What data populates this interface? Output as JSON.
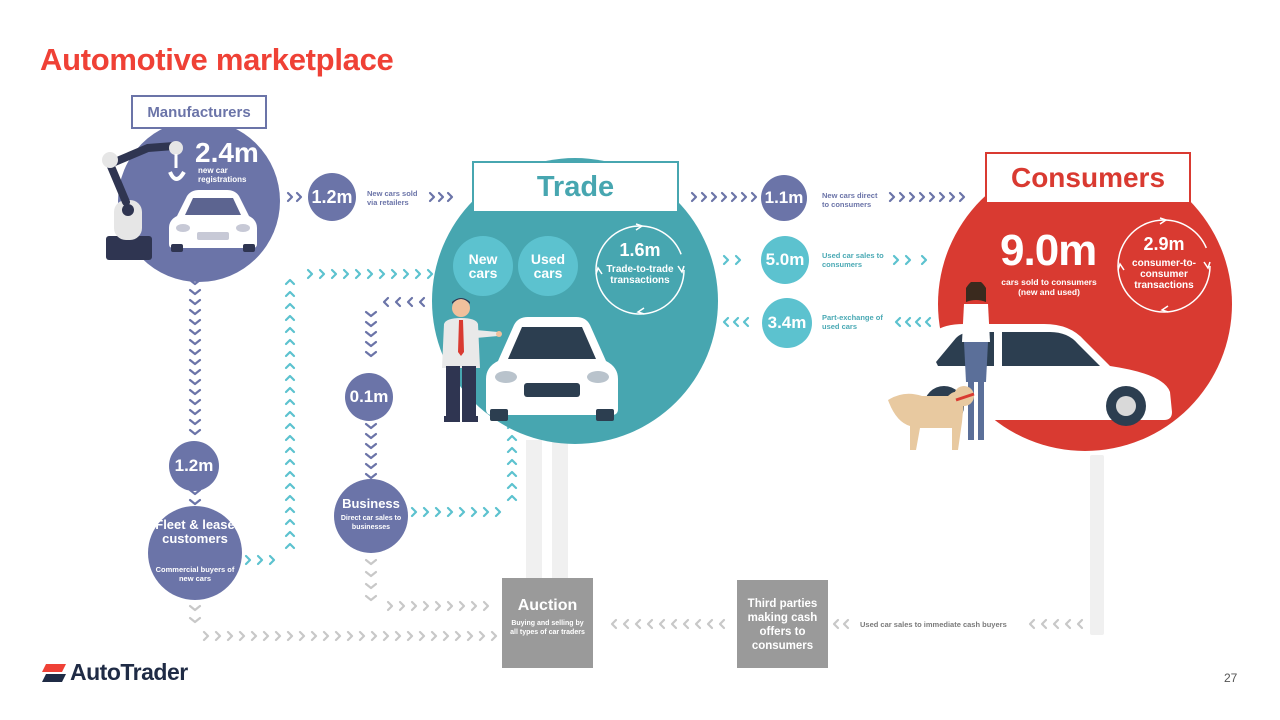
{
  "title": "Automotive marketplace",
  "page_number": "27",
  "brand": "AutoTrader",
  "manufacturers": {
    "header": "Manufacturers",
    "value": "2.4m",
    "caption": "new car registrations"
  },
  "trade": {
    "header": "Trade",
    "new_cars": "New cars",
    "used_cars": "Used cars",
    "cycle_value": "1.6m",
    "cycle_caption": "Trade-to-trade transactions"
  },
  "consumers": {
    "header": "Consumers",
    "value": "9.0m",
    "caption": "cars sold to consumers (new and used)",
    "cycle_value": "2.9m",
    "cycle_caption": "consumer-to-consumer transactions"
  },
  "flows": {
    "retailers": {
      "value": "1.2m",
      "label": "New cars sold via retailers"
    },
    "direct": {
      "value": "1.1m",
      "label": "New cars direct to consumers"
    },
    "used_sales": {
      "value": "5.0m",
      "label": "Used car sales to consumers"
    },
    "part_exchange": {
      "value": "3.4m",
      "label": "Part-exchange of used cars"
    },
    "business_to_trade": {
      "value": "0.1m"
    },
    "fleet_flow": {
      "value": "1.2m"
    },
    "cash_buyers": {
      "label": "Used car sales to immediate cash buyers"
    }
  },
  "fleet": {
    "title": "Fleet & lease customers",
    "caption": "Commercial buyers of new cars"
  },
  "business": {
    "title": "Business",
    "caption": "Direct car sales to businesses"
  },
  "auction": {
    "title": "Auction",
    "caption": "Buying and selling by all types of car traders"
  },
  "third_parties": {
    "title": "Third parties making cash offers to consumers"
  },
  "colors": {
    "title_red": "#ef4136",
    "slate_blue": "#6b74a8",
    "teal": "#47a6b0",
    "light_teal": "#5cc2cf",
    "consumer_red": "#d93a31",
    "grey_box": "#9a9a9a",
    "chevron_grey": "#c8c8c8"
  }
}
